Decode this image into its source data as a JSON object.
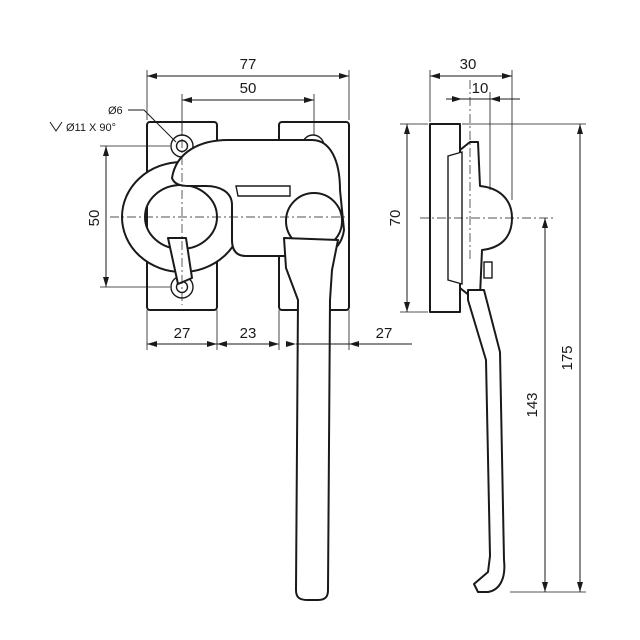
{
  "colors": {
    "line": "#1a1a1a",
    "background": "#ffffff"
  },
  "front_view": {
    "dimensions": {
      "overall_width": "77",
      "handle_offset": "50",
      "hole_spacing": "50",
      "plate_width_left": "27",
      "gap_between_plates": "23",
      "plate_width_right": "27"
    },
    "hole_note": {
      "hole_diameter": "Ø6",
      "countersink": "Ø11 X 90°"
    }
  },
  "side_view": {
    "dimensions": {
      "overall_depth": "30",
      "plate_offset": "10",
      "plate_height": "70",
      "handle_length_from_center": "143",
      "overall_height": "175"
    }
  }
}
